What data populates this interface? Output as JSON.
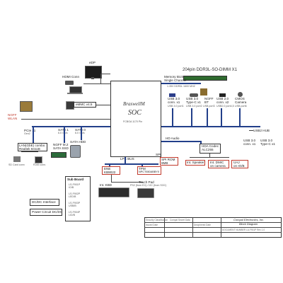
{
  "soc": {
    "name": "BraswellM",
    "label": "SOC",
    "package": "FCBGA 1170 Pin"
  },
  "top": {
    "hdmi_conn": "HDMI Conn",
    "edp": "eDP",
    "emmc": "eMMC v4.5",
    "ngff_wlan_line1": "NGFF",
    "ngff_wlan_line2": "WLAN"
  },
  "memory": {
    "title": "204pin DDR3L-SO-DIMM X1",
    "bus_line1": "Memory BUS",
    "bus_line2": "Single Channel",
    "sub": "1.35V DDR3L 1600 MHZ"
  },
  "peripherals": [
    {
      "line1": "USB 3.0",
      "line2": "conn. x1",
      "sub": "USB 3.0 port1"
    },
    {
      "line1": "USB 3.0",
      "line2": "Type-C x1",
      "sub": "USB 3.0 port2"
    },
    {
      "line1": "NGFF",
      "line2": "BT",
      "sub": "USB port3"
    },
    {
      "line1": "USB 2.0",
      "line2": "conn. x2",
      "sub": "USB2.0 port4,5"
    },
    {
      "line1": "CMOS",
      "line2": "Camera",
      "sub": "USB port6"
    }
  ],
  "buses": {
    "pcie": "PCIe x1",
    "pcie_sub": "Gen2",
    "sata1": "SATA 1",
    "sata1_sub": "6.0 Gb/s",
    "sata0": "SATA 0",
    "sata0_sub": "6.0 Gb/s",
    "usb20_label": "USB 2.0",
    "usb30_label": "USB 3.0",
    "lpc": "LPC BUS",
    "hda": "HD Audio",
    "spi": "SPI"
  },
  "left": {
    "lan": "LAN(GbE) combo",
    "lan_chip": "Realtek 8411B",
    "sd_card": "SD Card conn",
    "rj45": "RJ45 conn.",
    "ngff_m2_line1": "NGFF M.2",
    "ngff_m2_line2": "SATA SSD",
    "sata_hdd": "SATA HDD"
  },
  "right": {
    "usb_hub": "USB2 HUB",
    "usb30_x1a_line1": "USB 3.0",
    "usb30_x1a_line2": "conn. x1",
    "usb30_typec_line1": "USB 3.0",
    "usb30_typec_line2": "Type-C x1"
  },
  "audio": {
    "codec_line1": "HDA Codec",
    "codec_line2": "ALC255",
    "int_speaker": "Int. Speaker",
    "int_dmic_line1": "Int. DMIC",
    "int_dmic_line2": "on camera",
    "uaj_line1": "UAJ",
    "uaj_line2": "on IO/B"
  },
  "lpc_devices": {
    "ene_line1": "ENE",
    "ene_line2": "KB9022",
    "tpm_line1": "TPM",
    "tpm_line2": "NPCT650ABBYX",
    "spi_rom_line1": "SPI ROM",
    "spi_rom_line2": "8MB",
    "int_kbd": "Int. KBD",
    "touchpad_line1": "Touch Pad",
    "touchpad_line2": "PS2 (from EC) / I2C (from SOC)"
  },
  "subboard": {
    "title": "Sub Board",
    "items": [
      {
        "line1": "LS-F901P",
        "line2": "IO/B"
      },
      {
        "line1": "LS-F902P",
        "line2": "LED/B"
      },
      {
        "line1": "LS-F903P",
        "line2": "USB/B"
      },
      {
        "line1": "LS-F904P",
        "line2": "LID/B"
      }
    ]
  },
  "bottom_left": {
    "dcdc": "DC/DC Interface",
    "power": "Power Circuit DC/DC"
  },
  "titleblock": {
    "company": "Compal Electronics, Inc.",
    "title": "Block Diagram",
    "sec_class": "Security Classification",
    "compal_secret": "Compal Secret Data",
    "issued_date": "Issued Date",
    "deciphered_date": "Deciphered Date",
    "doc_line": "DOCUMENT NUMBER  LA-F901P  Rev 1.0"
  },
  "colors": {
    "bus": "#223f8a",
    "red_label": "#c0392b",
    "line": "#333333"
  }
}
